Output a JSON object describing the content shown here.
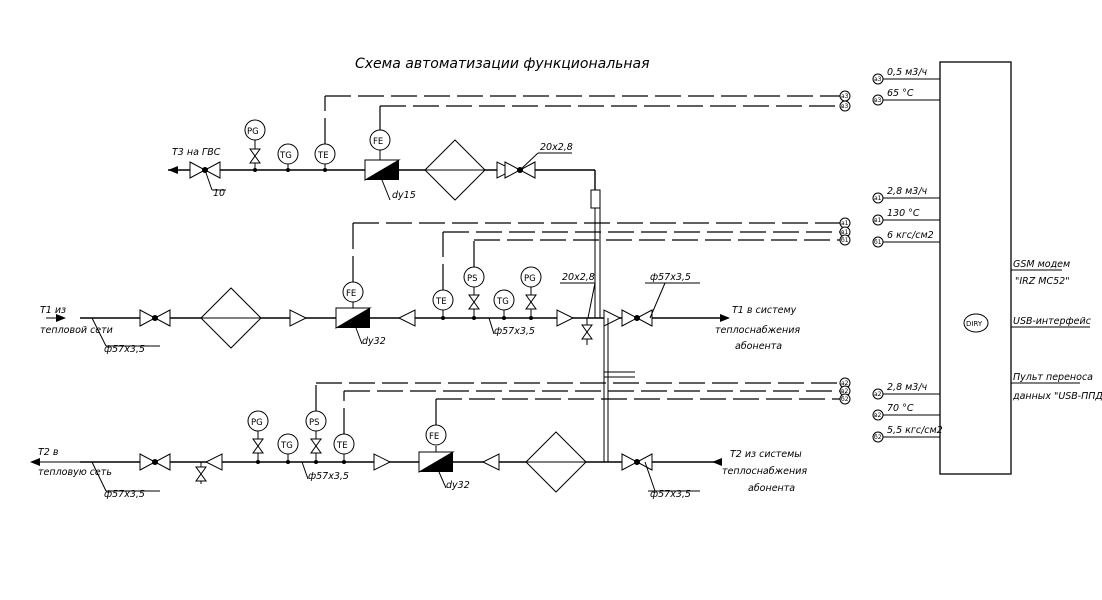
{
  "title": "Схема автоматизации функциональная",
  "pipes": {
    "t3": {
      "label": "Т3 на ГВС",
      "valve_tag": "10",
      "meter_size": "dy15",
      "tube_size": "20x2,8"
    },
    "t1": {
      "label_left_1": "Т1 из",
      "label_left_2": "тепловой сети",
      "diam_left": "ф57х3,5",
      "meter_size": "dy32",
      "diam_mid": "ф57х3,5",
      "tube_size": "20x2,8",
      "diam_right": "ф57х3,5",
      "label_right_1": "Т1 в систему",
      "label_right_2": "теплоснабжения",
      "label_right_3": "абонента"
    },
    "t2": {
      "label_left_1": "Т2 в",
      "label_left_2": "тепловую сеть",
      "diam_left": "ф57х3,5",
      "meter_size": "dy32",
      "diam_mid": "ф57х3,5",
      "diam_right": "ф57х3,5",
      "label_right_1": "Т2 из системы",
      "label_right_2": "теплоснабжения",
      "label_right_3": "абонента"
    }
  },
  "instruments": {
    "pg": "PG",
    "tg": "TG",
    "te": "TE",
    "fe": "FE",
    "ps": "PS"
  },
  "controller": {
    "label": "DIRY",
    "group3": [
      {
        "tag": "a3",
        "value": "0,5 м3/ч"
      },
      {
        "tag": "в3",
        "value": "65 °С"
      }
    ],
    "group1": [
      {
        "tag": "a1",
        "value": "2,8 м3/ч"
      },
      {
        "tag": "в1",
        "value": "130 °С"
      },
      {
        "tag": "б1",
        "value": "6 кгс/см2"
      }
    ],
    "group2": [
      {
        "tag": "a2",
        "value": "2,8 м3/ч"
      },
      {
        "tag": "в2",
        "value": "70 °С"
      },
      {
        "tag": "б2",
        "value": "5,5 кгс/см2"
      }
    ],
    "interfaces": {
      "gsm_1": "GSM модем",
      "gsm_2": "\"IRZ MC52\"",
      "usb": "USB-интерфейс",
      "remote_1": "Пульт переноса",
      "remote_2": "данных \"USB-ППД\""
    }
  },
  "signal_tags": {
    "a3": "a3",
    "v3": "в3",
    "a1": "a1",
    "v1": "в1",
    "b1": "б1",
    "a2": "a2",
    "v2": "в2",
    "b2": "б2"
  }
}
